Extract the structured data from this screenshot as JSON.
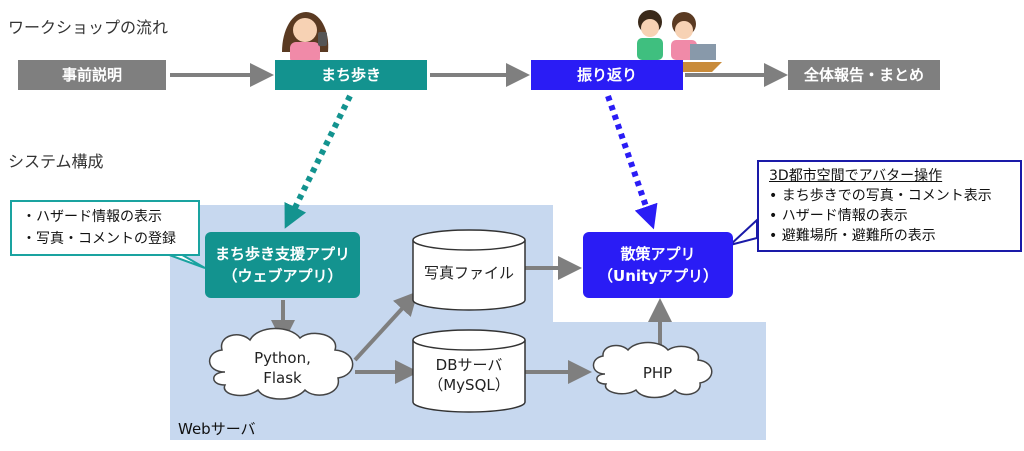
{
  "workshop": {
    "title": "ワークショップの流れ",
    "steps": [
      "事前説明",
      "まち歩き",
      "振り返り",
      "全体報告・まとめ"
    ]
  },
  "system": {
    "title": "システム構成",
    "server_label": "Webサーバ",
    "walk_app": {
      "line1": "まち歩き支援アプリ",
      "line2": "（ウェブアプリ）"
    },
    "stroll_app": {
      "line1": "散策アプリ",
      "line2": "（Unityアプリ）"
    },
    "photo_file": "写真ファイル",
    "db": {
      "line1": "DBサーバ",
      "line2": "（MySQL）"
    },
    "python": {
      "line1": "Python,",
      "line2": "Flask"
    },
    "php": "PHP",
    "callout_left": [
      "・ハザード情報の表示",
      "・写真・コメントの登録"
    ],
    "callout_right": {
      "title": "3D都市空間でアバター操作",
      "items": [
        "まち歩きでの写真・コメント表示",
        "ハザード情報の表示",
        "避難場所・避難所の表示"
      ]
    }
  },
  "colors": {
    "gray": "#7f7f7f",
    "teal": "#13938f",
    "blue": "#2a1cf5",
    "server_bg": "#c7d8ef"
  }
}
